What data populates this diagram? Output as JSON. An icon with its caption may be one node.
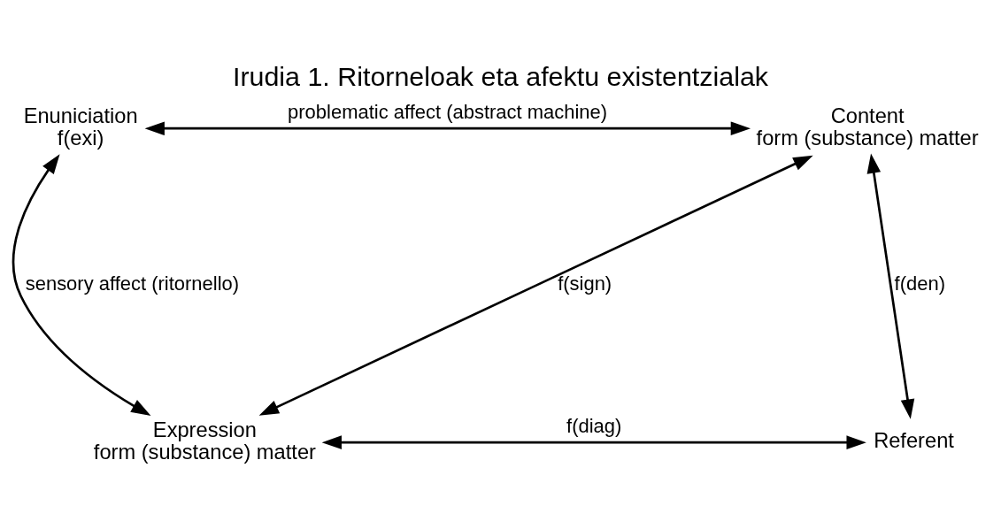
{
  "diagram": {
    "title": "Irudia 1. Ritorneloak eta afektu existentzialak",
    "nodes": [
      {
        "text": [
          "Enuniciation",
          "f(exi)"
        ]
      },
      {
        "text": [
          "Content",
          "form (substance) matter"
        ]
      },
      {
        "text": [
          "Expression",
          "form (substance) matter"
        ]
      },
      {
        "text": [
          "Referent"
        ]
      }
    ],
    "edges": [
      {
        "from": 0,
        "to": 1,
        "arrow": "both",
        "label": "problematic affect (abstract machine)"
      },
      {
        "from": 1,
        "to": 3,
        "arrow": "both",
        "label": "f(den)"
      },
      {
        "from": 1,
        "to": 2,
        "arrow": "both",
        "label": "f(sign)"
      },
      {
        "from": 0,
        "to": 2,
        "arrow": "both",
        "label": "sensory affect (ritornello)"
      },
      {
        "from": 2,
        "to": 3,
        "arrow": "both",
        "label": "f(diag)"
      }
    ]
  }
}
